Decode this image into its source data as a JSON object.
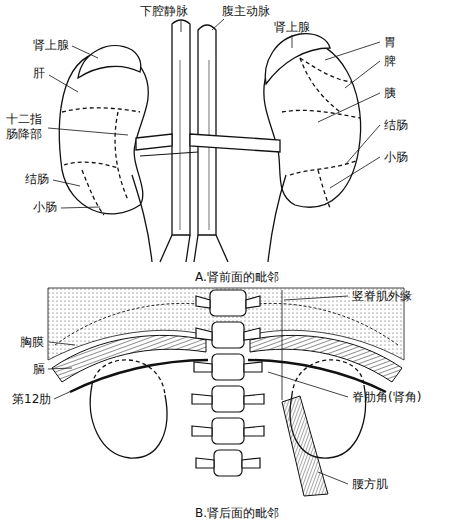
{
  "diagram": {
    "labels": [
      "下腔静脉",
      "腹主动脉",
      "肾上腺",
      "胃",
      "肾上腺",
      "肝",
      "脾",
      "胰",
      "十二指 肠降部",
      "结肠",
      "结肠",
      "小肠",
      "小肠",
      "A.肾前面的毗邻",
      "竖脊肌外缘",
      "胸膜",
      "膈",
      "第12肋",
      "脊肋角(肾角)",
      "腰方肌",
      "B.肾后面的毗邻"
    ]
  }
}
